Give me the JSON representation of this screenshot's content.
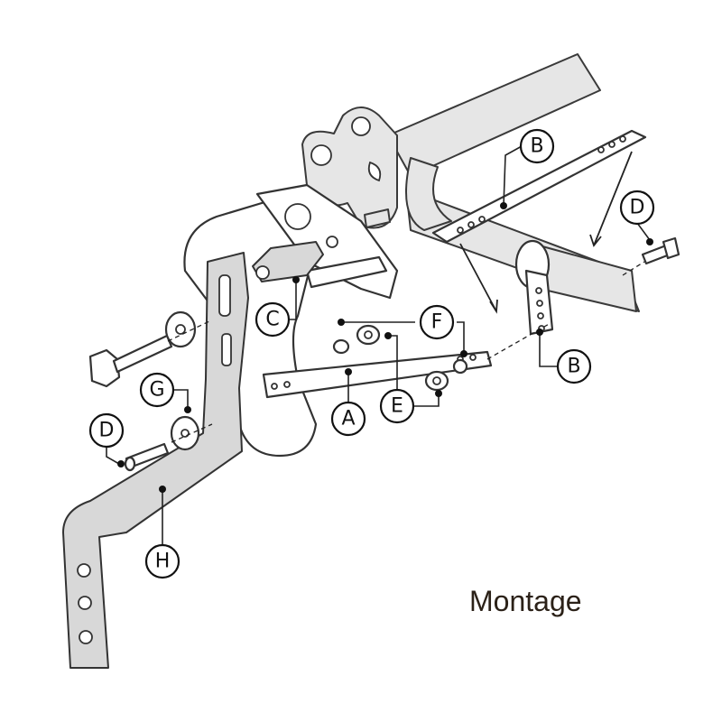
{
  "caption": "Montage",
  "callouts": {
    "b_top": "B",
    "b_bottom": "B",
    "d_right": "D",
    "d_left": "D",
    "c": "C",
    "f": "F",
    "e": "E",
    "a": "A",
    "g": "G",
    "h": "H"
  },
  "colors": {
    "part_fill": "#d8d8d8",
    "outline": "#333333",
    "caption": "#2b2118"
  }
}
